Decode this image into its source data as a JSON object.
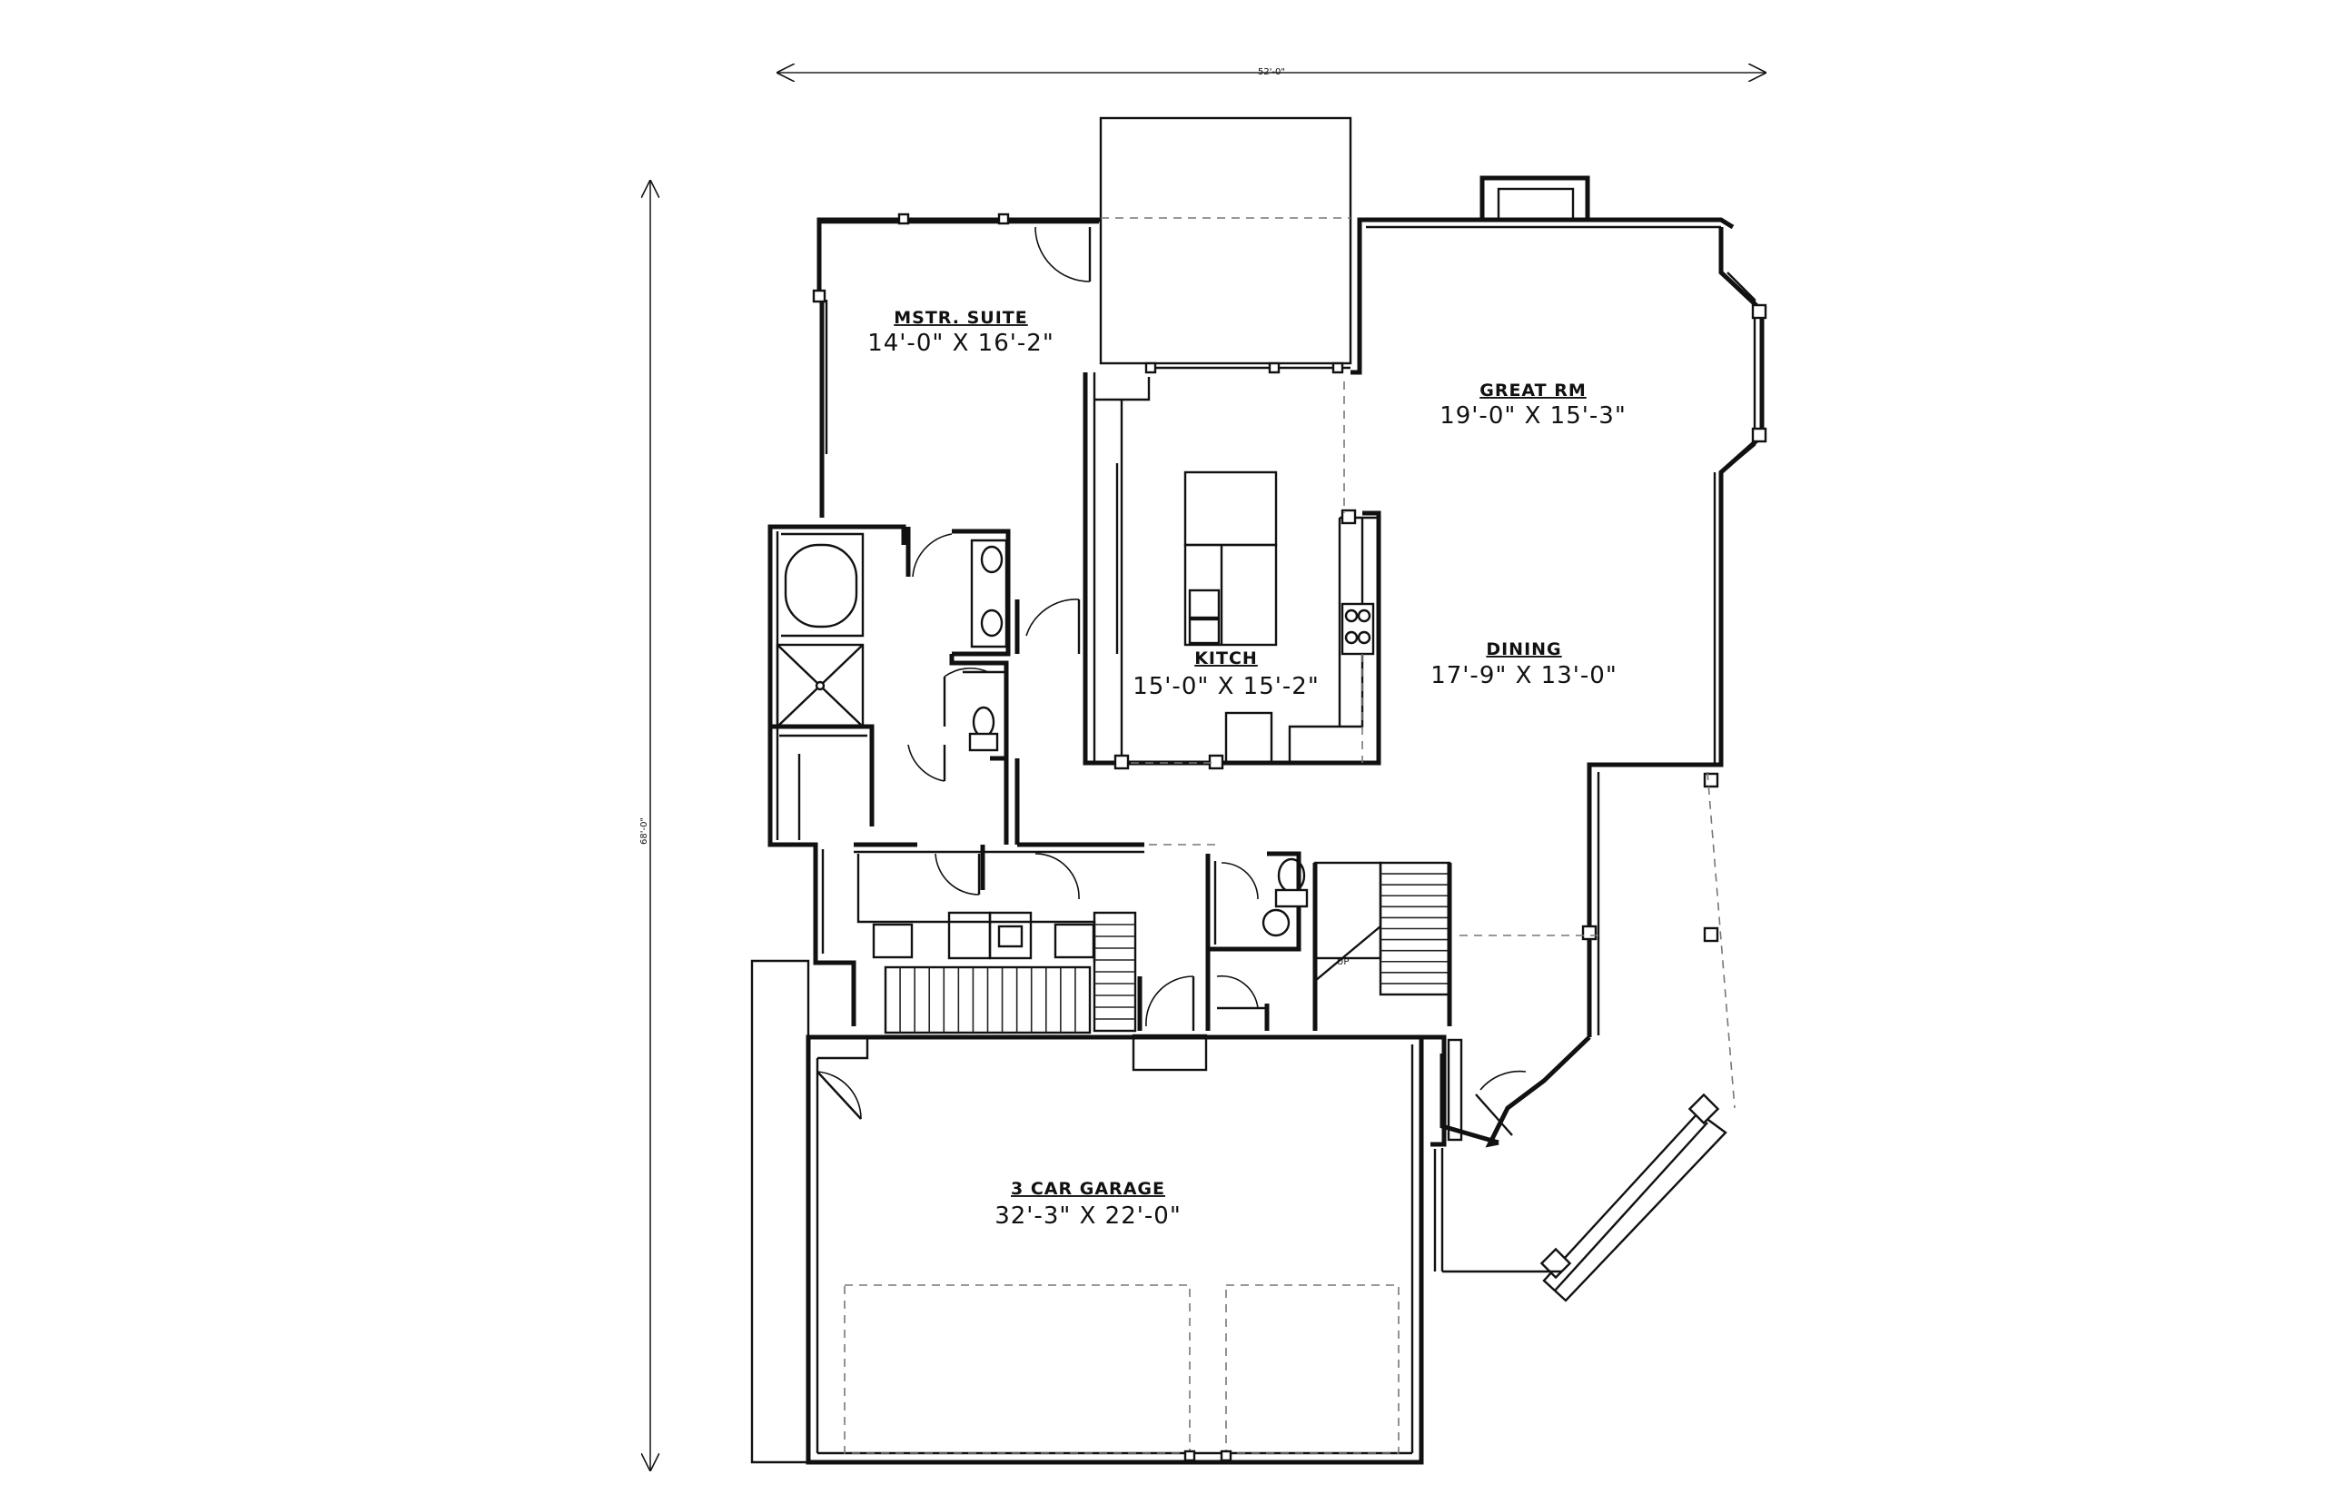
{
  "dimensions": {
    "width": "52'-0\"",
    "depth": "68'-0\""
  },
  "rooms": {
    "master_suite": {
      "name": "MSTR. SUITE",
      "size": "14'-0\" X 16'-2\""
    },
    "great_room": {
      "name": "GREAT RM",
      "size": "19'-0\" X 15'-3\""
    },
    "kitchen": {
      "name": "KITCH",
      "size": "15'-0\" X 15'-2\""
    },
    "dining": {
      "name": "DINING",
      "size": "17'-9\" X 13'-0\""
    },
    "garage": {
      "name": "3 CAR GARAGE",
      "size": "32'-3\" X 22'-0\""
    }
  },
  "stair_label": "UP"
}
